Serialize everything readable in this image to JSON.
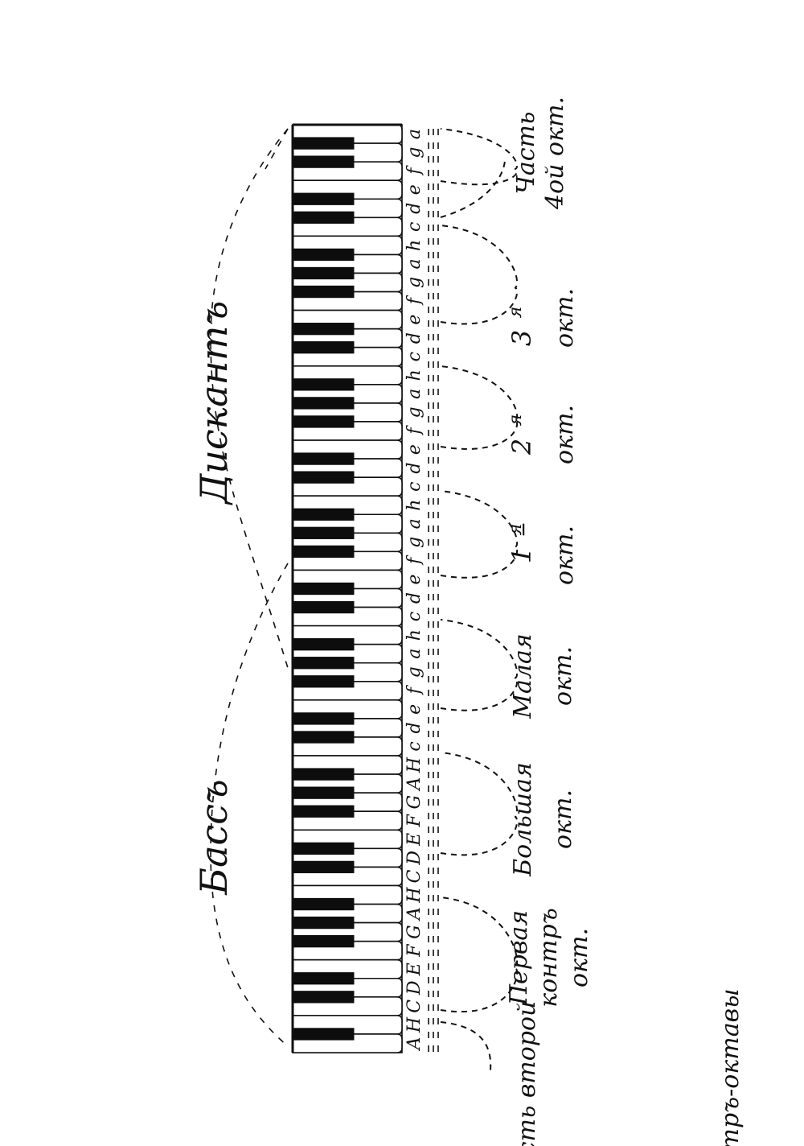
{
  "colors": {
    "ink": "#111111",
    "paper": "#ffffff"
  },
  "registers": {
    "bass": "Бассъ",
    "treble": "Дискантъ"
  },
  "octaves": [
    {
      "id": "second-contra",
      "line1": "Часть второй",
      "line2": "Контръ-октавы",
      "line3": ""
    },
    {
      "id": "first-contra",
      "line1": "Первая",
      "line2": "контръ",
      "line3": "окт."
    },
    {
      "id": "great",
      "line1": "Большая",
      "line2": "окт.",
      "line3": ""
    },
    {
      "id": "small",
      "line1": "Малая",
      "line2": "окт.",
      "line3": ""
    },
    {
      "id": "first",
      "line1": "1",
      "line1_sup": "я",
      "line2": "окт.",
      "line3": ""
    },
    {
      "id": "second",
      "line1": "2",
      "line1_sup": "я",
      "line2": "окт.",
      "line3": ""
    },
    {
      "id": "third",
      "line1": "3",
      "line1_sup": "я",
      "line2": "окт.",
      "line3": ""
    },
    {
      "id": "fourth",
      "line1": "Часть",
      "line2": "4ой окт.",
      "line3": ""
    }
  ],
  "note_letters": [
    "A",
    "H",
    "C",
    "D",
    "E",
    "F",
    "G",
    "A",
    "H",
    "C",
    "D",
    "E",
    "F",
    "G",
    "A",
    "H",
    "c",
    "d",
    "e",
    "f",
    "g",
    "a",
    "h",
    "c",
    "d",
    "e",
    "f",
    "g",
    "a",
    "h",
    "c",
    "d",
    "e",
    "f",
    "g",
    "a",
    "h",
    "c",
    "d",
    "e",
    "f",
    "g",
    "a",
    "h",
    "c",
    "d",
    "e",
    "f",
    "g",
    "a"
  ],
  "keyboard": {
    "white_keys": 50,
    "lowest": "A",
    "highest": "a",
    "black_key_pattern_from_bottom": [
      1,
      0,
      1,
      1,
      0,
      1,
      1,
      1
    ]
  }
}
